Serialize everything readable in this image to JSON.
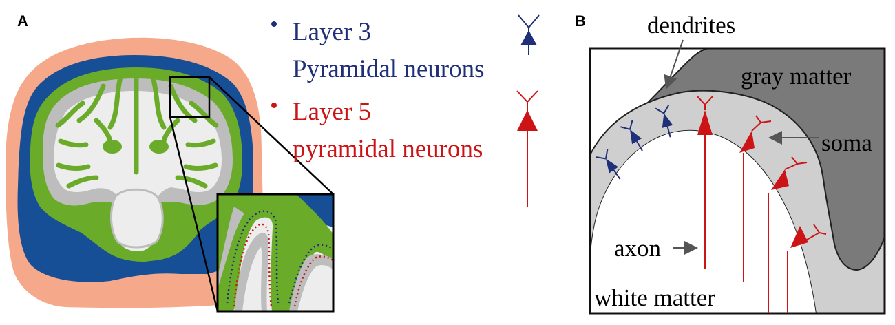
{
  "panel_a": {
    "letter": "A",
    "legend": [
      {
        "line1": "Layer 3",
        "line2": "Pyramidal neurons",
        "color": "#1f2f78"
      },
      {
        "line1": "Layer 5",
        "line2": "pyramidal neurons",
        "color": "#cc1416"
      }
    ]
  },
  "panel_b": {
    "letter": "B",
    "labels": {
      "dendrites": "dendrites",
      "gray_matter": "gray matter",
      "soma": "soma",
      "axon": "axon",
      "white_matter": "white matter"
    }
  },
  "colors": {
    "scalp": "#f5a98a",
    "csf": "#174f96",
    "cortex_green": "#6aab2a",
    "gray_tissue": "#bdbdbd",
    "white_tissue": "#ededed",
    "dark_gray": "#7a7a7a",
    "light_gray": "#cfcfcf",
    "layer3_blue": "#1f2f78",
    "layer5_red": "#cc1416"
  }
}
